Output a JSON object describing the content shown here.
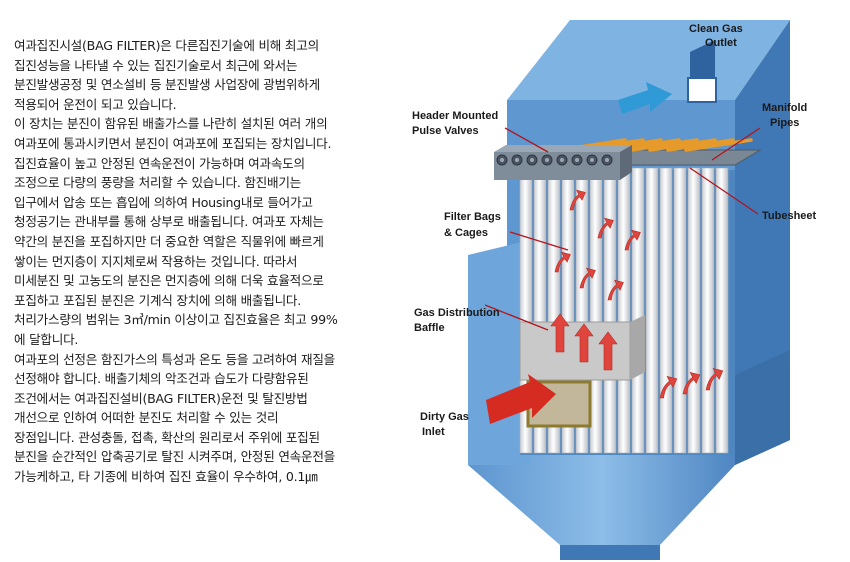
{
  "description_text": [
    "여과집진시설(BAG FILTER)은 다른집진기술에 비해 최고의",
    "집진성능을 나타낼 수 있는 집진기술로서 최근에 와서는",
    "분진발생공정 및 연소설비 등 분진발생 사업장에 광범위하게",
    "적용되어 운전이 되고 있습니다.",
    "이 장치는 분진이 함유된 배출가스를 나란히 설치된 여러 개의",
    "여과포에 통과시키면서 분진이 여과포에 포집되는 장치입니다.",
    "집진효율이 높고 안정된 연속운전이 가능하며 여과속도의",
    "조정으로 다량의 풍량을 처리할 수 있습니다. 함진배기는",
    "입구에서 압송 또는 흡입에 의하여 Housing내로 들어가고",
    "청정공기는 관내부를 통해 상부로 배출됩니다. 여과포 자체는",
    "약간의 분진을 포집하지만 더 중요한 역할은 직물위에 빠르게",
    "쌓이는 먼지층이 지지체로써 작용하는 것입니다. 따라서",
    "미세분진 및 고농도의 분진은 먼지층에 의해 더욱 효율적으로",
    "포집하고 포집된 분진은 기계식 장치에 의해 배출됩니다.",
    "처리가스량의 범위는 3㎥/min 이상이고 집진효율은 최고 99%",
    "에 달합니다.",
    "여과포의 선정은 함진가스의 특성과 온도 등을 고려하여 재질을",
    "선정해야 합니다. 배출기체의 악조건과 습도가 다량함유된",
    "조건에서는 여과집진설비(BAG FILTER)운전 및 탈진방법",
    "개선으로 인하여 어떠한 분진도 처리할 수 있는 것리",
    "장점입니다. 관성충돌, 접촉, 확산의 원리로서 주위에 포집된",
    "분진을 순간적인 압축공기로 탈진 시켜주며, 안정된 연속운전을",
    "가능케하고, 타 기종에 비하여 집진 효율이 우수하여, 0.1㎛"
  ],
  "diagram": {
    "labels": {
      "clean_gas_outlet_1": "Clean Gas",
      "clean_gas_outlet_2": "Outlet",
      "header_1": "Header Mounted",
      "header_2": "Pulse Valves",
      "manifold_1": "Manifold",
      "manifold_2": "Pipes",
      "tubesheet": "Tubesheet",
      "filter_bags_1": "Filter Bags",
      "filter_bags_2": "& Cages",
      "baffle_1": "Gas Distribution",
      "baffle_2": "Baffle",
      "dirty_gas_1": "Dirty Gas",
      "dirty_gas_2": "Inlet"
    },
    "colors": {
      "housing": "#6fa8dc",
      "housing_dark": "#3f78b5",
      "leader_line": "#b3141c",
      "flow_arrow": "#d9403a",
      "outlet_arrow": "#3aa6e0",
      "manifold_pipes": "#f2a531",
      "baffle": "#c8c8c8"
    }
  }
}
